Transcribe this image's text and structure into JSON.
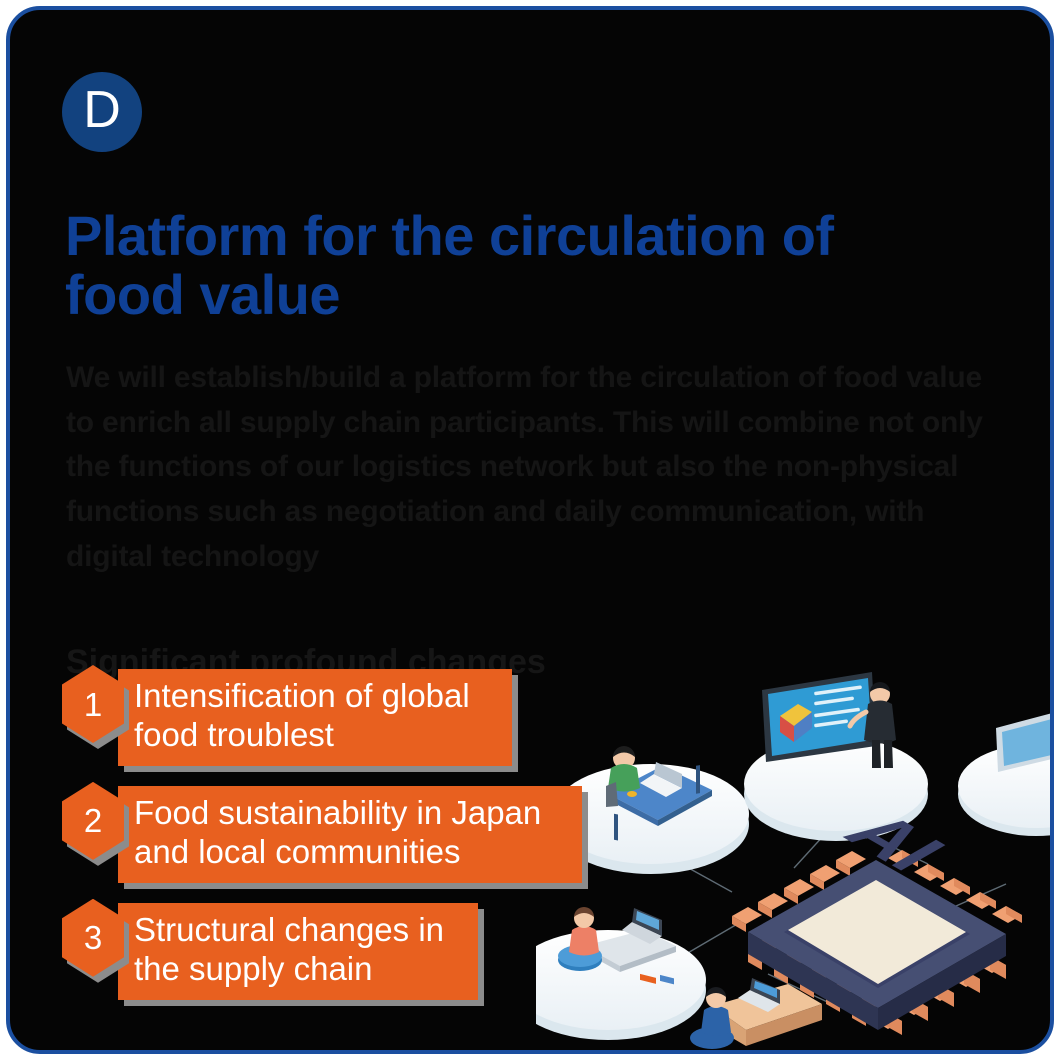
{
  "card": {
    "border_color": "#1b4fa0",
    "background_color": "#050505"
  },
  "badge": {
    "letter": "D",
    "color": "#12427f"
  },
  "header": {
    "title": "Platform for the circulation of food value",
    "title_color": "#0f4096"
  },
  "body": {
    "paragraph": "We will establish/build a platform for the circulation of food value to enrich all supply chain participants. This will combine not only the functions of our logistics network but also the non-physical functions such as negotiation and daily communication, with digital technology"
  },
  "section": {
    "sub_heading": "Significant profound changes",
    "accent_color": "#e8601f",
    "shadow_color": "#8c8c8c"
  },
  "items": [
    {
      "number": "1",
      "line1": "Intensification of global",
      "line2": "food troublest"
    },
    {
      "number": "2",
      "line1": "Food sustainability in Japan",
      "line2": "and local communities"
    },
    {
      "number": "3",
      "line1": "Structural changes in",
      "line2": "the supply chain"
    }
  ],
  "illustration": {
    "chip_label": "AI",
    "description": "isometric AI microchip surrounded by circular platforms with people at desks, laptops and a presentation screen"
  }
}
